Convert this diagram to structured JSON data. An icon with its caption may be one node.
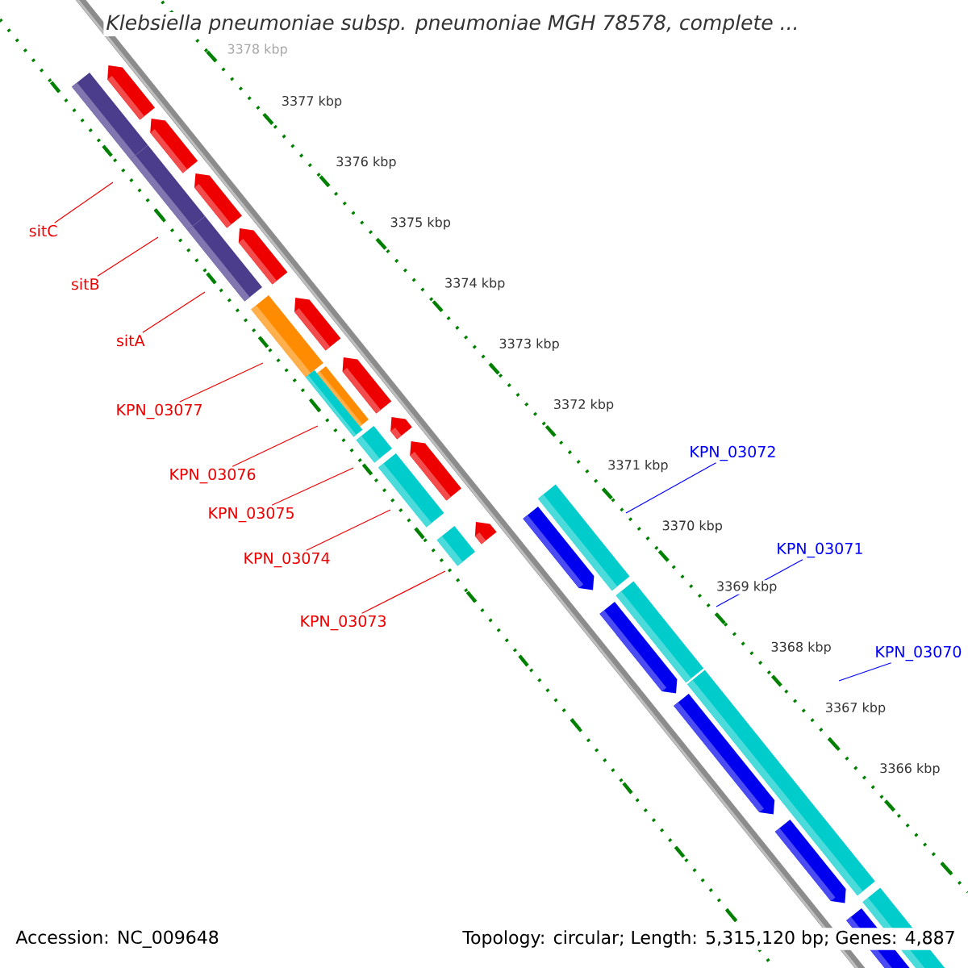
{
  "diagram": {
    "title": "Klebsiella pneumoniae subsp. pneumoniae MGH 78578, complete ...",
    "nodes": [
      {
        "text": [
          "sitC"
        ]
      },
      {
        "text": [
          "sitB"
        ]
      },
      {
        "text": [
          "sitA"
        ]
      },
      {
        "text": [
          "KPN_03077"
        ]
      },
      {
        "text": [
          "KPN_03076"
        ]
      },
      {
        "text": [
          "KPN_03075"
        ]
      },
      {
        "text": [
          "KPN_03074"
        ]
      },
      {
        "text": [
          "KPN_03073"
        ]
      },
      {
        "text": [
          "KPN_03072"
        ]
      },
      {
        "text": [
          "KPN_03071"
        ]
      },
      {
        "text": [
          "KPN_03070"
        ]
      }
    ],
    "edges": [
      {
        "from": 0,
        "to": null,
        "arrow": "none"
      },
      {
        "from": 1,
        "to": null,
        "arrow": "none"
      },
      {
        "from": 2,
        "to": null,
        "arrow": "none"
      },
      {
        "from": 3,
        "to": null,
        "arrow": "none"
      },
      {
        "from": 4,
        "to": null,
        "arrow": "none"
      },
      {
        "from": 5,
        "to": null,
        "arrow": "none"
      },
      {
        "from": 6,
        "to": null,
        "arrow": "none"
      },
      {
        "from": 7,
        "to": null,
        "arrow": "none"
      },
      {
        "from": 8,
        "to": null,
        "arrow": "none",
        "color": "#0000ff"
      },
      {
        "from": 9,
        "to": null,
        "arrow": "none",
        "color": "#0000ff"
      },
      {
        "from": 10,
        "to": null,
        "arrow": "none",
        "color": "#0000ff"
      }
    ],
    "labels": [
      "3378 kbp",
      "3377 kbp",
      "3376 kbp",
      "3375 kbp",
      "3374 kbp",
      "3373 kbp",
      "3372 kbp",
      "3371 kbp",
      "3370 kbp",
      "3369 kbp",
      "3368 kbp",
      "3367 kbp",
      "3366 kbp",
      "Accession: NC_009648",
      "Topology: circular; Length: 5,315,120 bp; Genes: 4,887"
    ]
  }
}
